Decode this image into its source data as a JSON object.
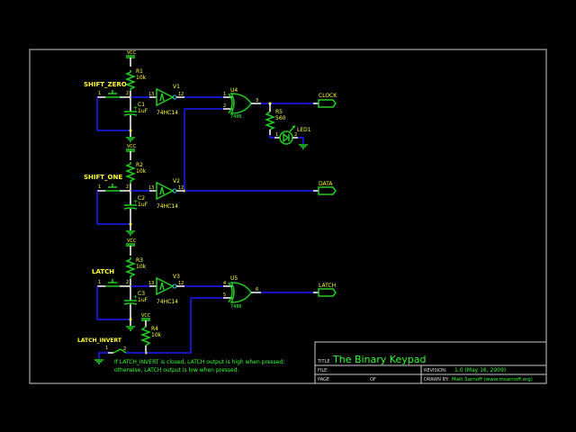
{
  "schematic": {
    "title": "The Binary Keypad",
    "notes": [
      "If LATCH_INVERT is closed, LATCH output is high when pressed;",
      "otherwise, LATCH output is low when pressed."
    ],
    "power_label": "VCC",
    "switches": [
      {
        "ref": "SHIFT_ZERO",
        "pin1": "1",
        "pin2": "2"
      },
      {
        "ref": "SHIFT_ONE",
        "pin1": "1",
        "pin2": "2"
      },
      {
        "ref": "LATCH",
        "pin1": "1",
        "pin2": "2"
      },
      {
        "ref": "LATCH_INVERT",
        "pin1": "1",
        "pin2": "2"
      }
    ],
    "resistors": [
      {
        "ref": "R1",
        "value": "10k"
      },
      {
        "ref": "R2",
        "value": "10k"
      },
      {
        "ref": "R3",
        "value": "10k"
      },
      {
        "ref": "R4",
        "value": "10k"
      },
      {
        "ref": "R5",
        "value": "560"
      }
    ],
    "capacitors": [
      {
        "ref": "C1",
        "value": "1uF",
        "pin1": "1",
        "pin2": "2"
      },
      {
        "ref": "C2",
        "value": "1uF",
        "pin1": "1",
        "pin2": "2"
      },
      {
        "ref": "C3",
        "value": "1uF",
        "pin1": "1",
        "pin2": "2"
      }
    ],
    "inverters": [
      {
        "ref": "V1",
        "part": "74HC14",
        "in_pin": "13",
        "out_pin": "12"
      },
      {
        "ref": "V2",
        "part": "74HC14",
        "in_pin": "13",
        "out_pin": "12"
      },
      {
        "ref": "V3",
        "part": "74HC14",
        "in_pin": "13",
        "out_pin": "12"
      }
    ],
    "xor_gates": [
      {
        "ref": "U4",
        "part": "7486",
        "in1": "1",
        "in2": "2",
        "out": "3"
      },
      {
        "ref": "U5",
        "part": "7486",
        "in1": "4",
        "in2": "5",
        "out": "6"
      }
    ],
    "led": {
      "ref": "LED1",
      "pin1": "1",
      "pin2": "2"
    },
    "ports": [
      "CLOCK",
      "DATA",
      "LATCH"
    ]
  },
  "title_block": {
    "title_label": "TITLE",
    "title_value": "The Binary Keypad",
    "file_label": "FILE:",
    "file_value": "",
    "page_label": "PAGE",
    "of_label": "OF",
    "revision_label": "REVISION:",
    "revision_value": "1.0 (May 16, 2009)",
    "drawn_by_label": "DRAWN BY:",
    "drawn_by_value": "Matt Sarnoff (www.msarnoff.org)"
  }
}
